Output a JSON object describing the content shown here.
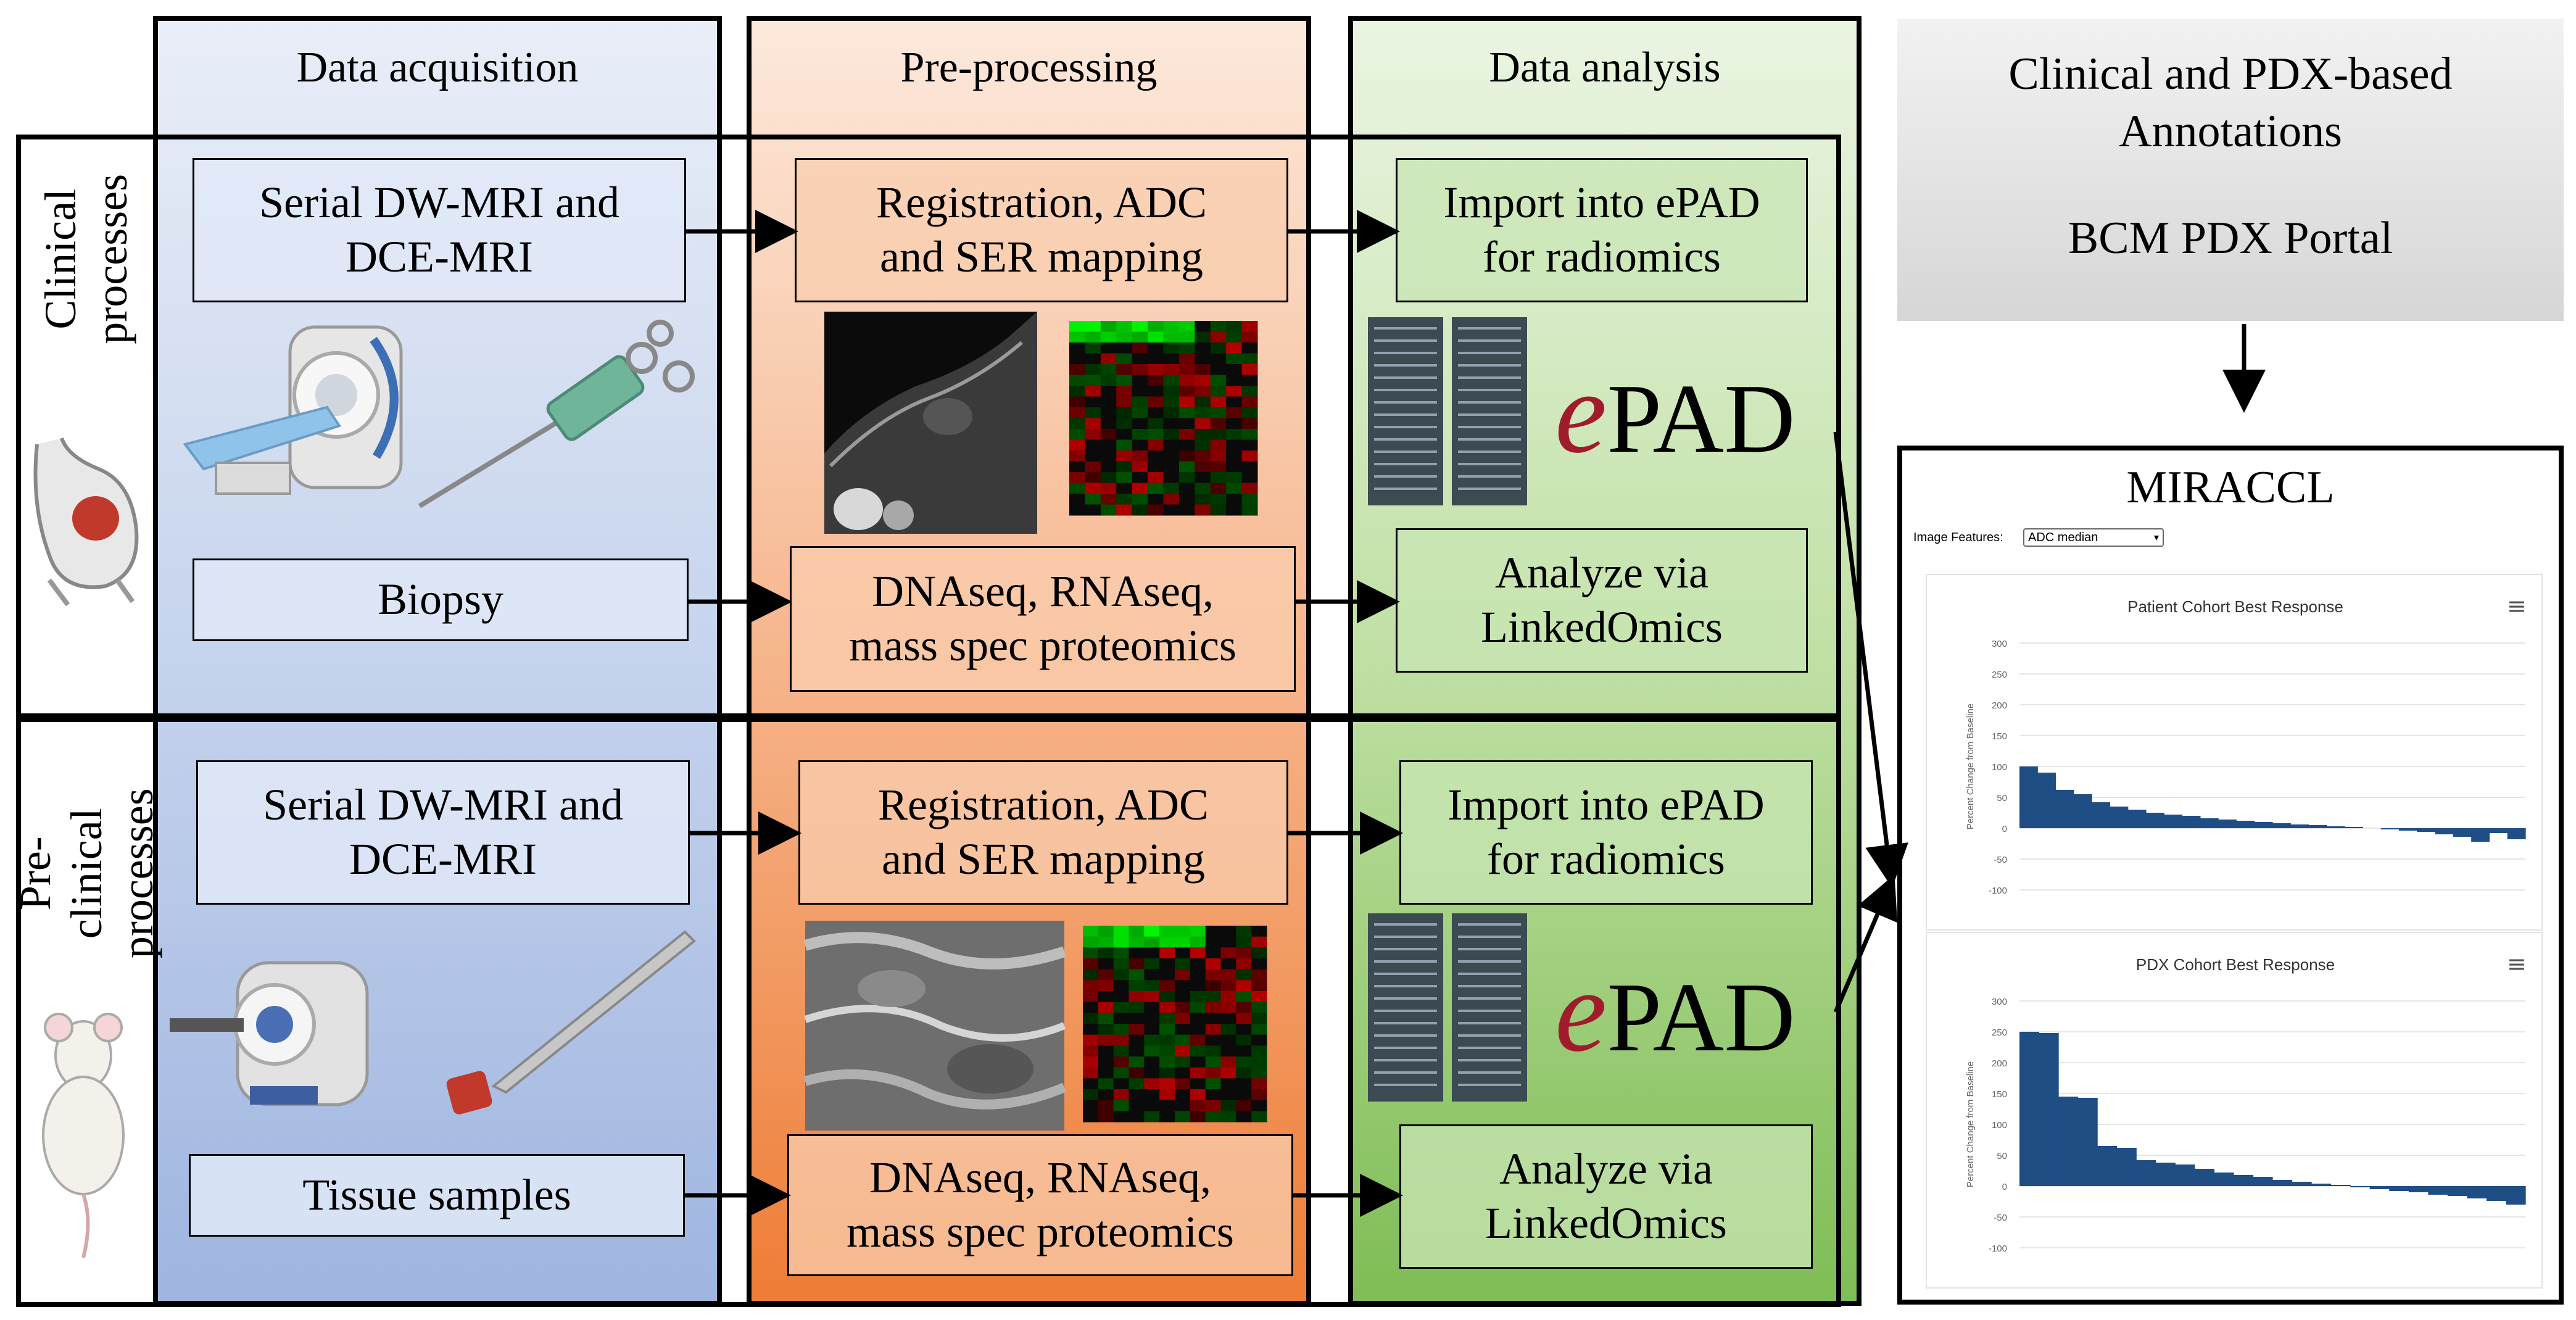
{
  "columns": {
    "acquisition": "Data acquisition",
    "preprocessing": "Pre-processing",
    "analysis": "Data analysis"
  },
  "rows": {
    "clinical": "Clinical\nprocesses",
    "preclinical": "Pre-clinical\nprocesses"
  },
  "clinical": {
    "mri": "Serial DW-MRI  and\nDCE-MRI",
    "biopsy": "Biopsy",
    "registration": "Registration, ADC\nand SER mapping",
    "omics": "DNAseq, RNAseq,\nmass spec proteomics",
    "import": "Import into ePAD\nfor radiomics",
    "analyze": "Analyze via\nLinkedOmics",
    "epad_logo_e": "e",
    "epad_logo_rest": "PAD"
  },
  "preclinical": {
    "mri": "Serial DW-MRI  and\nDCE-MRI",
    "tissue": "Tissue samples",
    "registration": "Registration, ADC\nand SER mapping",
    "omics": "DNAseq, RNAseq,\nmass spec proteomics",
    "import": "Import into ePAD\nfor radiomics",
    "analyze": "Analyze via\nLinkedOmics",
    "epad_logo_e": "e",
    "epad_logo_rest": "PAD"
  },
  "portal": {
    "line1": "Clinical and  PDX-based",
    "line2": "Annotations",
    "line3": "BCM PDX Portal"
  },
  "miraccl": {
    "title": "MIRACCL",
    "feature_label": "Image Features:",
    "feature_value": "ADC median",
    "menu_icon": "≡"
  },
  "colors": {
    "bar": "#1f4e85",
    "epad_e": "#a01c2c"
  },
  "chart_data": [
    {
      "type": "bar",
      "title": "Patient Cohort Best Response",
      "ylabel": "Percent Change from Baseline",
      "yticks": [
        "300",
        "250",
        "200",
        "150",
        "100",
        "50",
        "0",
        "-50",
        "-100"
      ],
      "ylim": [
        -100,
        300
      ],
      "values": [
        100,
        90,
        62,
        55,
        42,
        35,
        30,
        25,
        22,
        20,
        16,
        14,
        12,
        10,
        8,
        6,
        5,
        3,
        2,
        0,
        -2,
        -4,
        -6,
        -10,
        -14,
        -22,
        -8,
        -18
      ],
      "color": "#1f4e85"
    },
    {
      "type": "bar",
      "title": "PDX Cohort Best Response",
      "ylabel": "Percent Change from Baseline",
      "yticks": [
        "300",
        "250",
        "200",
        "150",
        "100",
        "50",
        "0",
        "-50",
        "-100"
      ],
      "ylim": [
        -100,
        300
      ],
      "values": [
        250,
        248,
        145,
        143,
        65,
        62,
        42,
        38,
        35,
        28,
        22,
        18,
        15,
        10,
        7,
        4,
        2,
        -2,
        -5,
        -8,
        -10,
        -14,
        -16,
        -20,
        -24,
        -30
      ],
      "color": "#1f4e85"
    }
  ]
}
